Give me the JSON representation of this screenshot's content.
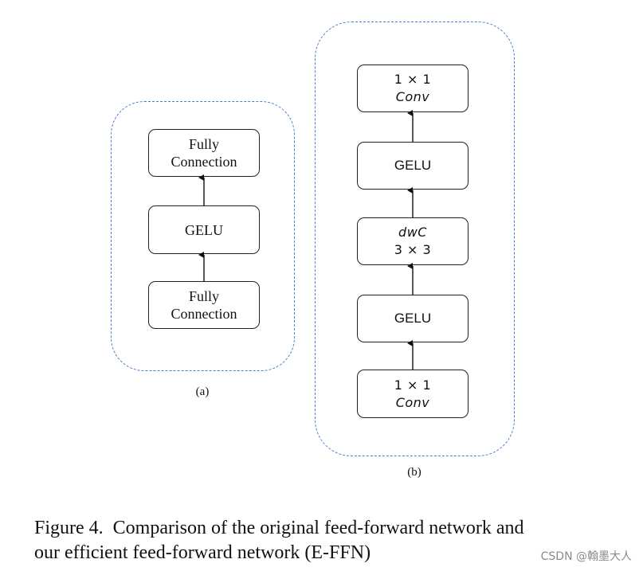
{
  "diagram_a": {
    "label": "(a)",
    "blocks": [
      {
        "line1": "Fully",
        "line2": "Connection"
      },
      {
        "line1": "GELU",
        "line2": ""
      },
      {
        "line1": "Fully",
        "line2": "Connection"
      }
    ]
  },
  "diagram_b": {
    "label": "(b)",
    "blocks": [
      {
        "line1": "1 × 1",
        "line2": "Conv"
      },
      {
        "line1": "GELU",
        "line2": ""
      },
      {
        "line1": "dwC",
        "line2": "3 × 3"
      },
      {
        "line1": "GELU",
        "line2": ""
      },
      {
        "line1": "1 × 1",
        "line2": "Conv"
      }
    ]
  },
  "caption": {
    "line1": "Figure 4.  Comparison of the original feed-forward network and",
    "line2": "our efficient feed-forward network (E-FFN)"
  },
  "watermark": "CSDN @翰墨大人",
  "colors": {
    "dashed_border": "#4a7bd4",
    "block_border": "#222222",
    "arrow": "#111111"
  }
}
